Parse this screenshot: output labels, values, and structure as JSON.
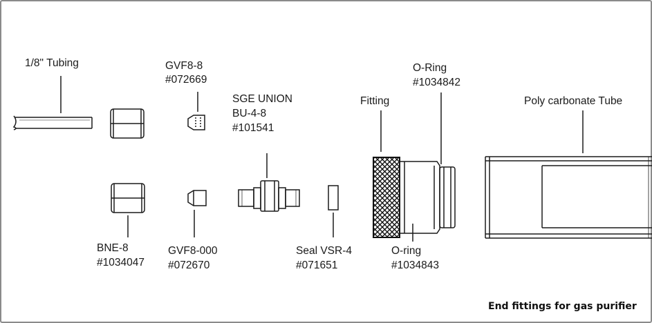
{
  "labels": {
    "tubing": "1/8\" Tubing",
    "gvf8_8_name": "GVF8-8",
    "gvf8_8_part": "#072669",
    "sge_union_name": "SGE UNION",
    "sge_union_model": "BU-4-8",
    "sge_union_part": "#101541",
    "fitting": "Fitting",
    "oring_top_name": "O-Ring",
    "oring_top_part": "#1034842",
    "poly_tube": "Poly carbonate Tube",
    "bne8_name": "BNE-8",
    "bne8_part": "#1034047",
    "gvf8_000_name": "GVF8-000",
    "gvf8_000_part": "#072670",
    "seal_name": "Seal VSR-4",
    "seal_part": "#071651",
    "oring_bottom_name": "O-ring",
    "oring_bottom_part": "#1034843"
  },
  "caption": "End fittings for gas purifier",
  "colors": {
    "frame": "#8a8a8a",
    "ink": "#1a1a1a",
    "background": "#ffffff"
  }
}
